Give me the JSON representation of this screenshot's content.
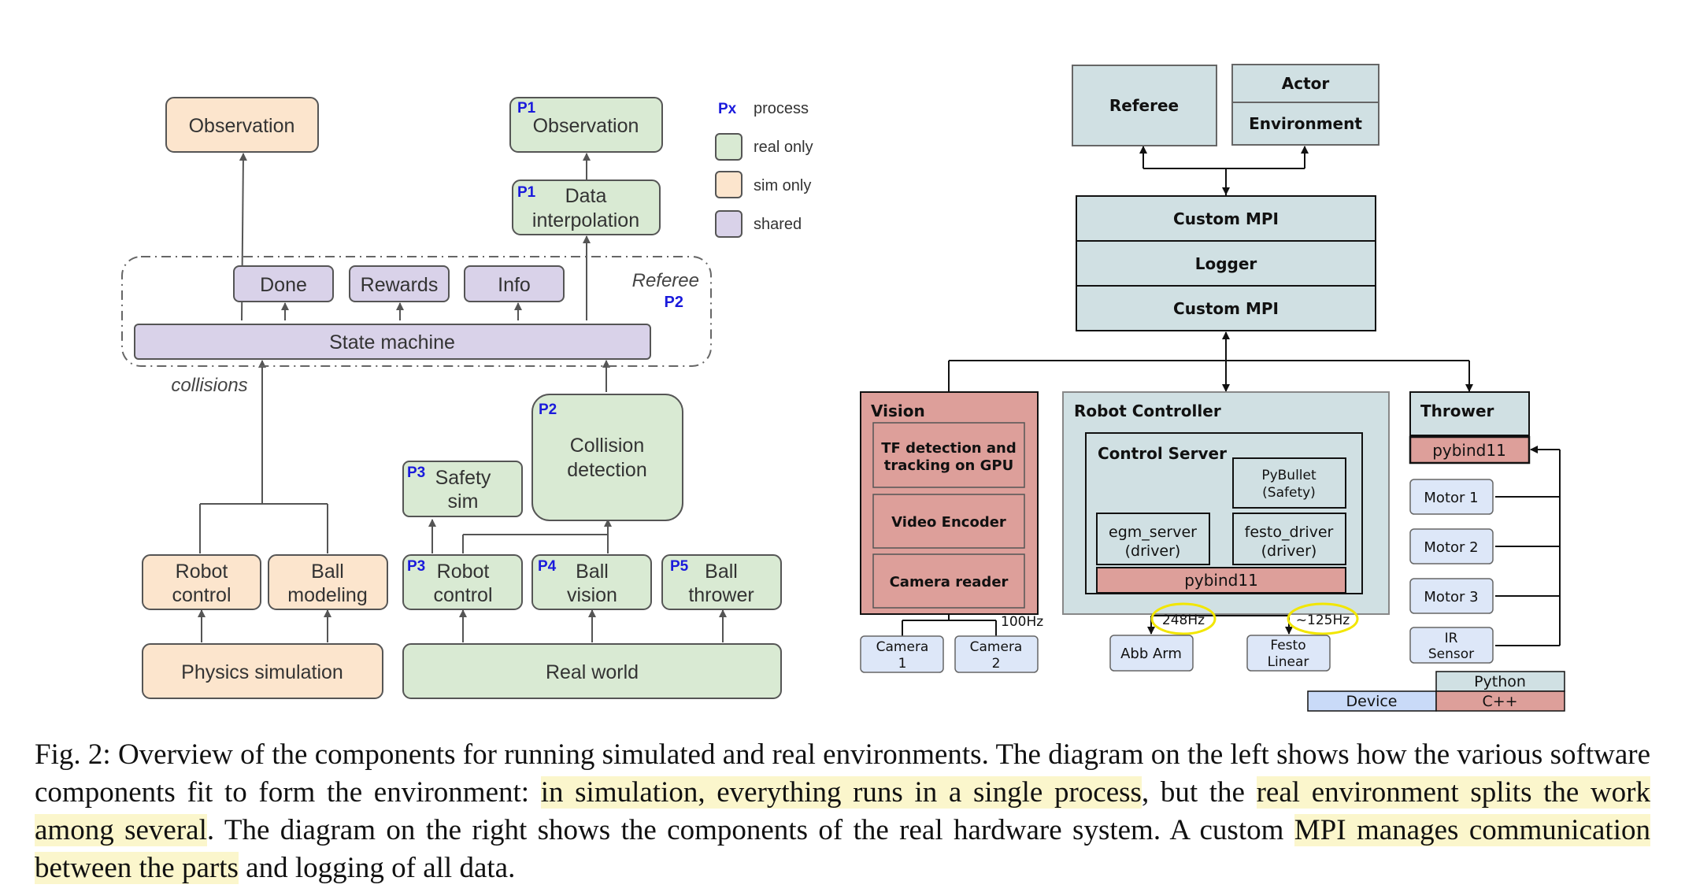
{
  "left": {
    "legend": {
      "px": "Px",
      "process": "process",
      "real_only": "real only",
      "sim_only": "sim only",
      "shared": "shared"
    },
    "colors": {
      "sim": "#fce5cd",
      "real": "#d9ead3",
      "shared": "#d9d2e9",
      "border": "#555555",
      "process_label": "#1a1adc"
    },
    "sim_observation": "Observation",
    "real_observation": {
      "tag": "P1",
      "label": "Observation"
    },
    "data_interpolation": {
      "tag": "P1",
      "line1": "Data",
      "line2": "interpolation"
    },
    "done": "Done",
    "rewards": "Rewards",
    "info": "Info",
    "referee": {
      "label": "Referee",
      "tag": "P2"
    },
    "state_machine": "State machine",
    "collisions": "collisions",
    "collision_detection": {
      "tag": "P2",
      "line1": "Collision",
      "line2": "detection"
    },
    "safety_sim": {
      "tag": "P3",
      "line1": "Safety",
      "line2": "sim"
    },
    "sim_robot_control": {
      "line1": "Robot",
      "line2": "control"
    },
    "ball_modeling": {
      "line1": "Ball",
      "line2": "modeling"
    },
    "real_robot_control": {
      "tag": "P3",
      "line1": "Robot",
      "line2": "control"
    },
    "ball_vision": {
      "tag": "P4",
      "line1": "Ball",
      "line2": "vision"
    },
    "ball_thrower": {
      "tag": "P5",
      "line1": "Ball",
      "line2": "thrower"
    },
    "physics_simulation": "Physics simulation",
    "real_world": "Real world"
  },
  "right": {
    "colors": {
      "python": "#d0e0e3",
      "cpp": "#dd9f9a",
      "device": "#c9daf8"
    },
    "referee": "Referee",
    "actor": "Actor",
    "environment": "Environment",
    "custom_mpi_top": "Custom MPI",
    "logger": "Logger",
    "custom_mpi_bottom": "Custom MPI",
    "vision": {
      "title": "Vision",
      "tf_line1": "TF detection and",
      "tf_line2": "tracking on GPU",
      "video_encoder": "Video Encoder",
      "camera_reader": "Camera reader"
    },
    "robot_controller": {
      "title": "Robot Controller",
      "control_server": "Control Server",
      "pybullet_line1": "PyBullet",
      "pybullet_line2": "(Safety)",
      "egm_line1": "egm_server",
      "egm_line2": "(driver)",
      "festo_line1": "festo_driver",
      "festo_line2": "(driver)",
      "pybind11": "pybind11"
    },
    "thrower": {
      "title": "Thrower",
      "pybind11": "pybind11"
    },
    "motor1": "Motor 1",
    "motor2": "Motor 2",
    "motor3": "Motor 3",
    "ir_line1": "IR",
    "ir_line2": "Sensor",
    "camera1_line1": "Camera",
    "camera1_line2": "1",
    "camera2_line1": "Camera",
    "camera2_line2": "2",
    "cam_rate": "100Hz",
    "abb_rate": "248Hz",
    "festo_rate": "~125Hz",
    "abb_arm": "Abb Arm",
    "festo_line1": "Festo",
    "festo_line2": "Linear",
    "key": {
      "python": "Python",
      "device": "Device",
      "cpp": "C++"
    }
  },
  "caption": {
    "p1": "Fig. 2: Overview of the components for running simulated and real environments. The diagram on the left shows how the various software components fit to form the environment: ",
    "h1": "in simulation, everything runs in a single process",
    "p2": ", but the ",
    "h2": "real environment splits the work among several",
    "p3": ". The diagram on the right shows the components of the real hardware system. A custom ",
    "h3": "MPI manages communication between the parts",
    "p4": " and logging of all data."
  }
}
